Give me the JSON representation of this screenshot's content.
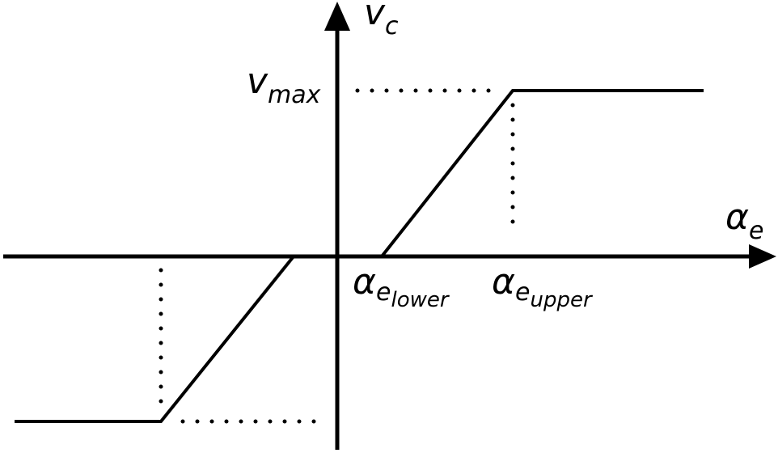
{
  "diagram": {
    "labels": {
      "y_axis": {
        "main": "v",
        "sub": "c"
      },
      "x_axis": {
        "main": "α",
        "sub": "e"
      },
      "vmax": {
        "main": "v",
        "sub": "max"
      },
      "alpha_lower": {
        "main": "α",
        "sub": "e",
        "subsub": "lower"
      },
      "alpha_upper": {
        "main": "α",
        "sub": "e",
        "subsub": "upper"
      }
    },
    "colors": {
      "ink": "#000000",
      "background": "#ffffff"
    }
  }
}
